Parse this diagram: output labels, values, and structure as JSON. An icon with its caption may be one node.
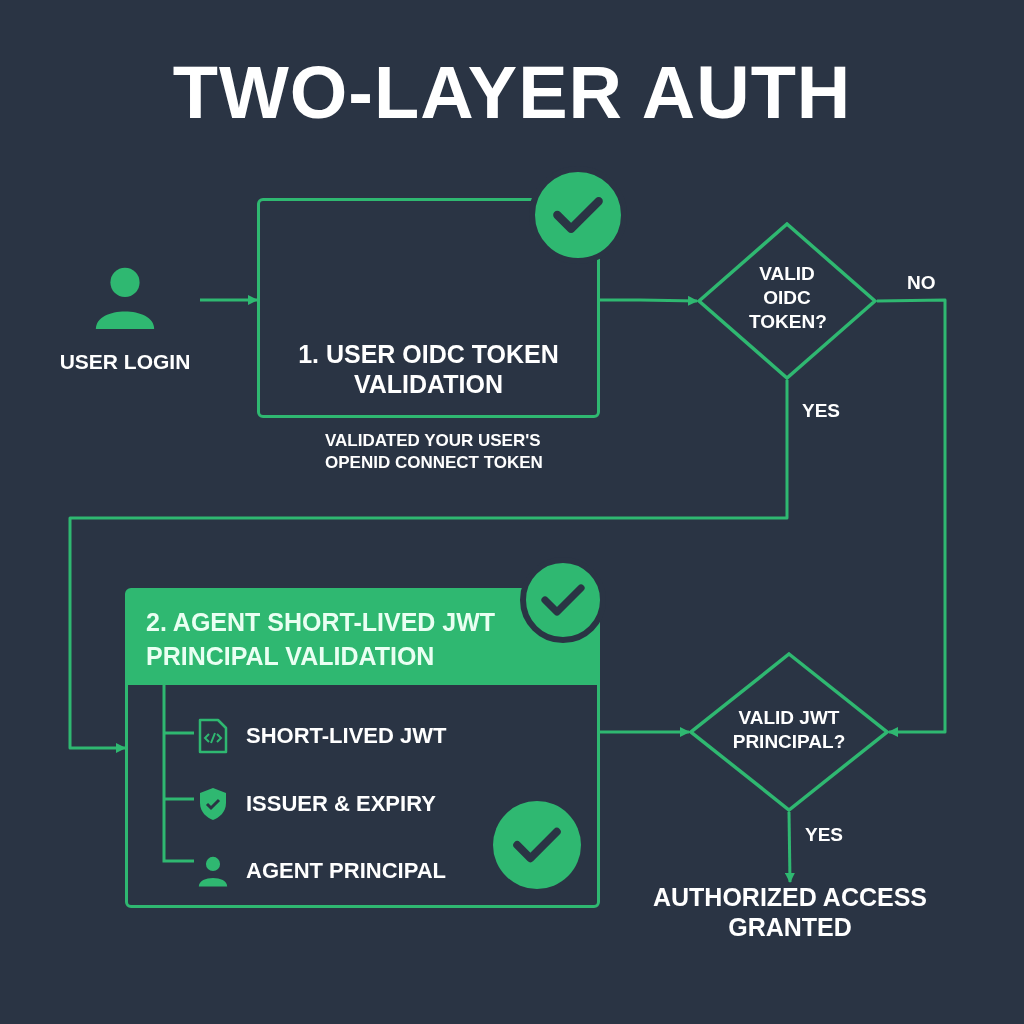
{
  "diagram": {
    "title": "TWO-LAYER AUTH",
    "nodes": [
      {
        "text": [
          "USER LOGIN"
        ]
      },
      {
        "text": [
          "1. USER OIDC TOKEN VALIDATION"
        ],
        "beside": [
          "VALIDATED YOUR USER'S OPENID CONNECT TOKEN"
        ]
      },
      {
        "text": [
          "VALID OIDC TOKEN?"
        ]
      },
      {
        "text": [
          "2. AGENT SHORT-LIVED JWT PRINCIPAL VALIDATION"
        ]
      },
      {
        "text": [
          "SHORT-LIVED JWT"
        ],
        "in": 3
      },
      {
        "text": [
          "ISSUER & EXPIRY"
        ],
        "in": 3
      },
      {
        "text": [
          "AGENT PRINCIPAL"
        ],
        "in": 3
      },
      {
        "text": [
          "VALID JWT PRINCIPAL?"
        ]
      },
      {
        "text": [
          "AUTHORIZED ACCESS GRANTED"
        ]
      }
    ],
    "edges": [
      {
        "from": 0,
        "to": 1,
        "arrow": "to"
      },
      {
        "from": 1,
        "to": 2,
        "arrow": "to"
      },
      {
        "from": 2,
        "to": 3,
        "arrow": "to",
        "label": "YES"
      },
      {
        "from": 2,
        "to": 7,
        "arrow": "to",
        "label": "NO"
      },
      {
        "from": 3,
        "to": 7,
        "arrow": "to"
      },
      {
        "from": 7,
        "to": 8,
        "arrow": "to",
        "label": "YES"
      }
    ]
  }
}
